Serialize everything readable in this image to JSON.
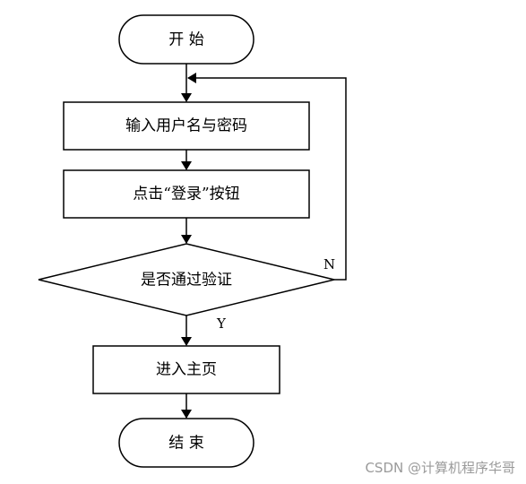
{
  "diagram": {
    "nodes": {
      "start": {
        "label": "开  始"
      },
      "input": {
        "label": "输入用户名与密码"
      },
      "click": {
        "label": "点击“登录”按钮"
      },
      "verify": {
        "label": "是否通过验证"
      },
      "home": {
        "label": "进入主页"
      },
      "end": {
        "label": "结  束"
      }
    },
    "edges": {
      "no_label": "N",
      "yes_label": "Y"
    }
  },
  "watermark": {
    "text": "CSDN @计算机程序华哥"
  },
  "colors": {
    "stroke": "#000000",
    "fill": "#ffffff",
    "watermark": "#9a9a9a"
  }
}
